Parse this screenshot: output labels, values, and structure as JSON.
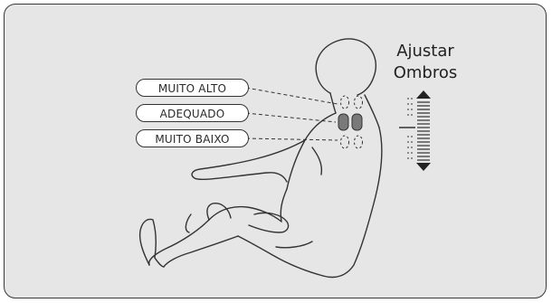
{
  "diagram": {
    "title_line1": "Ajustar",
    "title_line2": "Ombros",
    "levels": [
      {
        "label": "MUITO ALTO"
      },
      {
        "label": "ADEQUADO"
      },
      {
        "label": "MUITO BAIXO"
      }
    ],
    "colors": {
      "panel_bg": "#e6e6e7",
      "outline": "#333333",
      "roller": "#7a7a7a"
    },
    "icons": [
      "shoulder-adjust-slider-icon",
      "up-arrow-icon",
      "down-arrow-icon",
      "massage-roller-icon"
    ]
  }
}
